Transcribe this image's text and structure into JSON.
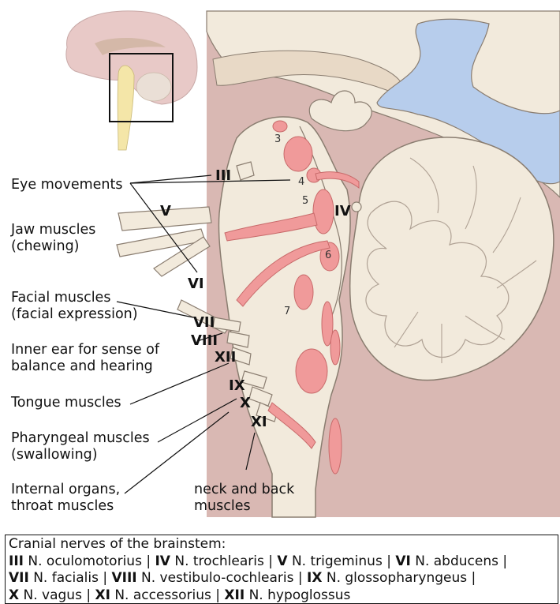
{
  "functions": {
    "eye": "Eye movements",
    "jaw_1": "Jaw muscles",
    "jaw_2": "(chewing)",
    "facial_1": "Facial muscles",
    "facial_2": "(facial expression)",
    "ear_1": "Inner ear for sense of",
    "ear_2": "balance and hearing",
    "tongue": "Tongue muscles",
    "pharynx_1": "Pharyngeal muscles",
    "pharynx_2": "(swallowing)",
    "organs_1": "Internal organs,",
    "organs_2": "throat muscles",
    "neck_1": "neck and back",
    "neck_2": "muscles"
  },
  "nerves": {
    "III": "III",
    "IV": "IV",
    "V": "V",
    "VI": "VI",
    "VII": "VII",
    "VIII": "VIII",
    "IX": "IX",
    "X": "X",
    "XI": "XI",
    "XII": "XII"
  },
  "nuclei": [
    "3",
    "4",
    "5",
    "6",
    "7"
  ],
  "caption": {
    "title": "Cranial nerves of the brainstem:",
    "items": [
      {
        "num": "III",
        "name": " N. oculomotorius | "
      },
      {
        "num": "IV",
        "name": " N. trochlearis | "
      },
      {
        "num": "V",
        "name": " N. trigeminus | "
      },
      {
        "num": "VI",
        "name": " N. abducens |"
      },
      {
        "num": "VII",
        "name": " N. facialis | "
      },
      {
        "num": "VIII",
        "name": " N. vestibulo-cochlearis | "
      },
      {
        "num": "IX",
        "name": " N. glossopharyngeus |"
      },
      {
        "num": "X",
        "name": " N. vagus | "
      },
      {
        "num": "XI",
        "name": " N. accessorius | "
      },
      {
        "num": "XII",
        "name": " N. hypoglossus"
      }
    ]
  },
  "colors": {
    "tissue": "#f2eadc",
    "dura": "#d9b8b3",
    "nucleus": "#f09a9a",
    "ventricle": "#b7cdec",
    "outline": "#8a7d70"
  }
}
